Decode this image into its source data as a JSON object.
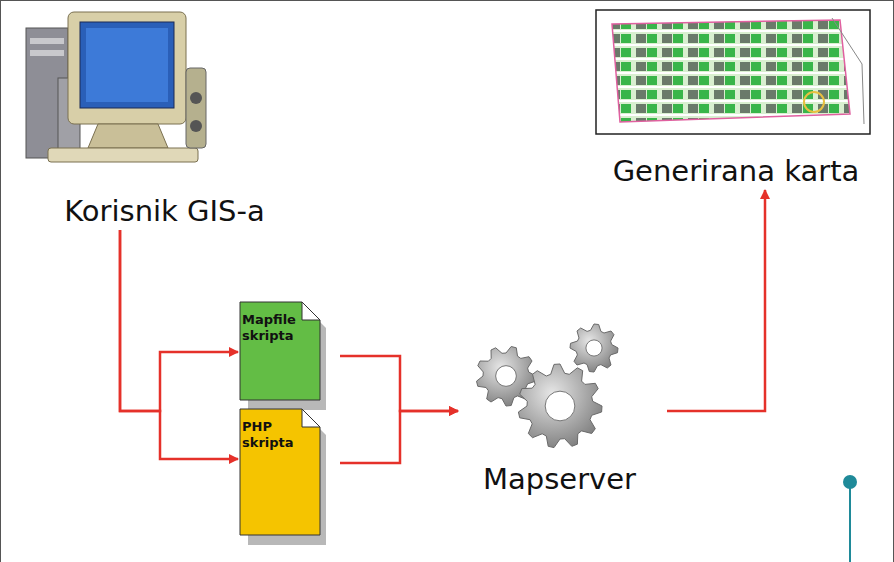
{
  "diagram": {
    "nodes": [
      {
        "text": [
          "Korisnik GIS-a"
        ]
      },
      {
        "text": [
          "Mapfile skripta"
        ]
      },
      {
        "text": [
          "PHP skripta"
        ]
      },
      {
        "text": [
          "Mapserver"
        ]
      },
      {
        "text": [
          "Generirana karta"
        ]
      }
    ],
    "edges": [
      {
        "from": 0,
        "to": 1,
        "arrow": "to"
      },
      {
        "from": 0,
        "to": 2,
        "arrow": "to"
      },
      {
        "from": 1,
        "to": 3,
        "arrow": "to"
      },
      {
        "from": 2,
        "to": 3,
        "arrow": "to"
      },
      {
        "from": 3,
        "to": 4,
        "arrow": "to"
      }
    ]
  }
}
